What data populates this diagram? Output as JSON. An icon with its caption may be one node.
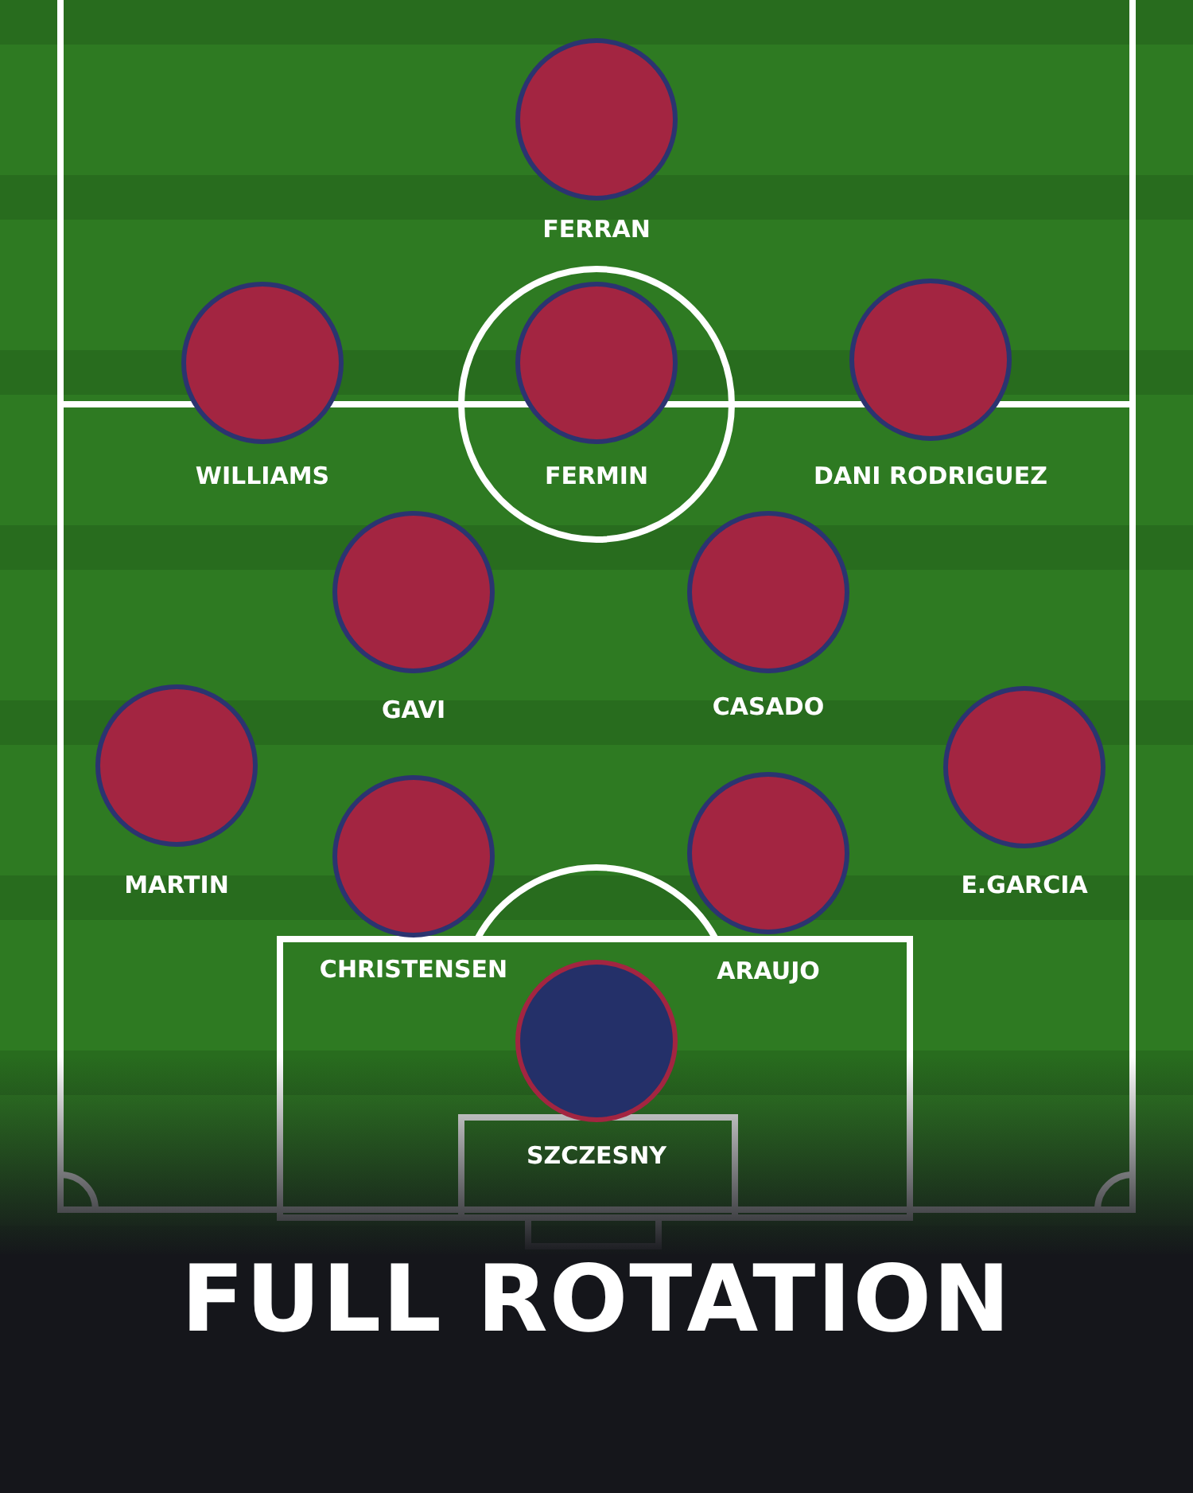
{
  "diagram": {
    "title": "FULL ROTATION",
    "nodes": [
      {
        "text": [
          "FERRAN"
        ]
      },
      {
        "text": [
          "WILLIAMS"
        ]
      },
      {
        "text": [
          "FERMIN"
        ]
      },
      {
        "text": [
          "DANI RODRIGUEZ"
        ]
      },
      {
        "text": [
          "GAVI"
        ]
      },
      {
        "text": [
          "CASADO"
        ]
      },
      {
        "text": [
          "MARTIN"
        ]
      },
      {
        "text": [
          "E.GARCIA"
        ]
      },
      {
        "text": [
          "CHRISTENSEN"
        ]
      },
      {
        "text": [
          "ARAUJO"
        ]
      },
      {
        "text": [
          "SZCZESNY"
        ]
      }
    ]
  }
}
